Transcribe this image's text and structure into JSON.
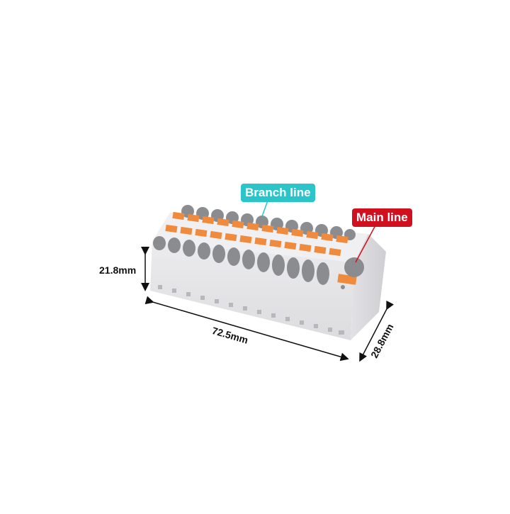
{
  "product": {
    "name": "terminal-block-distribution",
    "body_color": "#e6e6e8",
    "lever_color": "#f08a3c",
    "hole_color": "#8a8c90",
    "branch_lever_count_per_row": 12,
    "rows": 2
  },
  "labels": {
    "branch": {
      "text": "Branch line",
      "color": "#2bc4c8"
    },
    "main": {
      "text": "Main line",
      "color": "#d0101e"
    }
  },
  "dimensions": {
    "height": "21.8mm",
    "length": "72.5mm",
    "depth": "28.8mm"
  }
}
